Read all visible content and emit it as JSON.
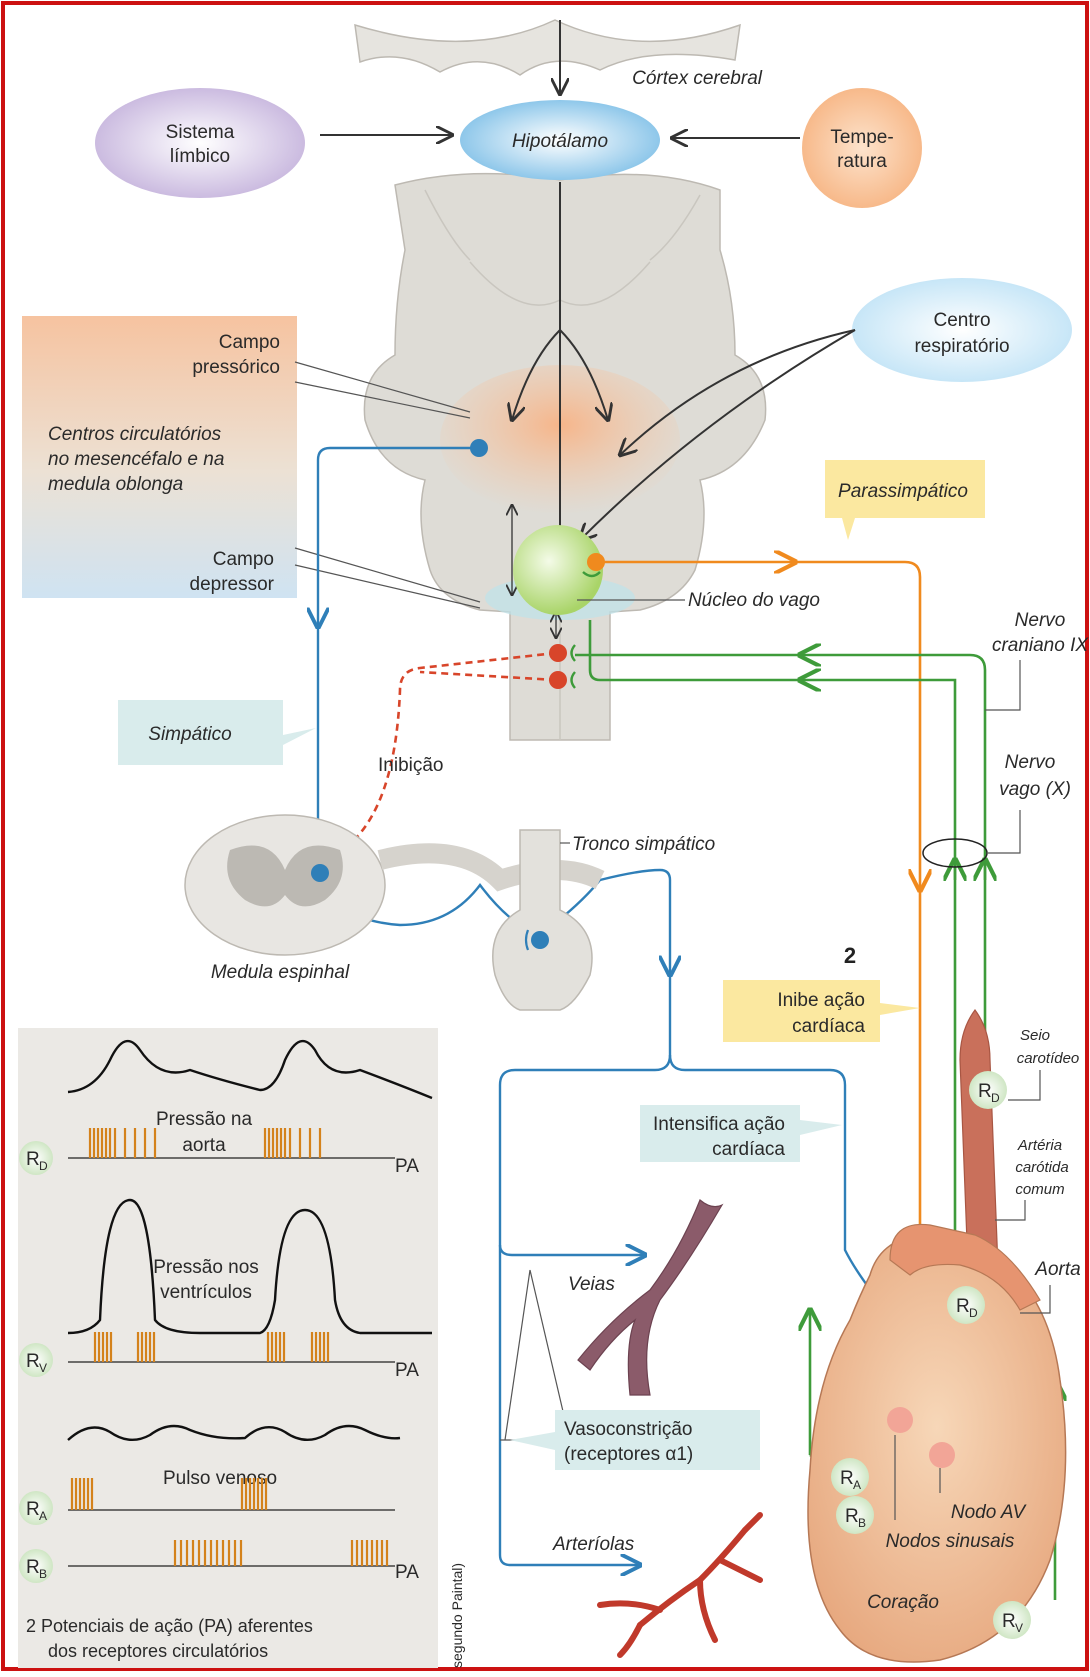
{
  "labels": {
    "cortex": "Córtex cerebral",
    "hipotalamo": "Hipotálamo",
    "limbico_1": "Sistema",
    "limbico_2": "límbico",
    "temp_1": "Tempe-",
    "temp_2": "ratura",
    "resp_1": "Centro",
    "resp_2": "respiratório",
    "pressorico_1": "Campo",
    "pressorico_2": "pressórico",
    "centros_1": "Centros circulatórios",
    "centros_2": "no mesencéfalo e na",
    "centros_3": "medula oblonga",
    "depressor_1": "Campo",
    "depressor_2": "depressor",
    "simpatico": "Simpático",
    "inibicao": "Inibição",
    "parassimpatico": "Parassimpático",
    "nucleo_vago": "Núcleo do vago",
    "nervo_ix_1": "Nervo",
    "nervo_ix_2": "craniano IX",
    "nervo_vago_1": "Nervo",
    "nervo_vago_2": "vago (X)",
    "tronco": "Tronco simpático",
    "medula": "Medula espinhal",
    "num2": "2",
    "inibe_1": "Inibe ação",
    "inibe_2": "cardíaca",
    "intensifica_1": "Intensifica ação",
    "intensifica_2": "cardíaca",
    "seio_1": "Seio",
    "seio_2": "carotídeo",
    "arteria_1": "Artéria",
    "arteria_2": "carótida",
    "arteria_3": "comum",
    "aorta": "Aorta",
    "veias": "Veias",
    "vaso_1": "Vasoconstrição",
    "vaso_2": "(receptores α1)",
    "arteriolas": "Arteríolas",
    "nodo_av": "Nodo AV",
    "nodos_sinusais": "Nodos sinusais",
    "coracao": "Coração",
    "p_aorta_1": "Pressão na",
    "p_aorta_2": "aorta",
    "p_vent_1": "Pressão nos",
    "p_vent_2": "ventrículos",
    "pulso": "Pulso venoso",
    "pa": "PA",
    "caption_1": "2  Potenciais de ação (PA) aferentes",
    "caption_2": "dos receptores circulatórios",
    "segundo": "segundo Paintal)",
    "r": "R",
    "sub_d": "D",
    "sub_v": "V",
    "sub_a": "A",
    "sub_b": "B"
  },
  "colors": {
    "blue_nerve": "#2f7fb8",
    "orange_nerve": "#f08a1e",
    "green_nerve": "#3e9b3a",
    "red_inhibit": "#d8452a",
    "brain": "#dedcd6",
    "frame": "#cc1111"
  }
}
